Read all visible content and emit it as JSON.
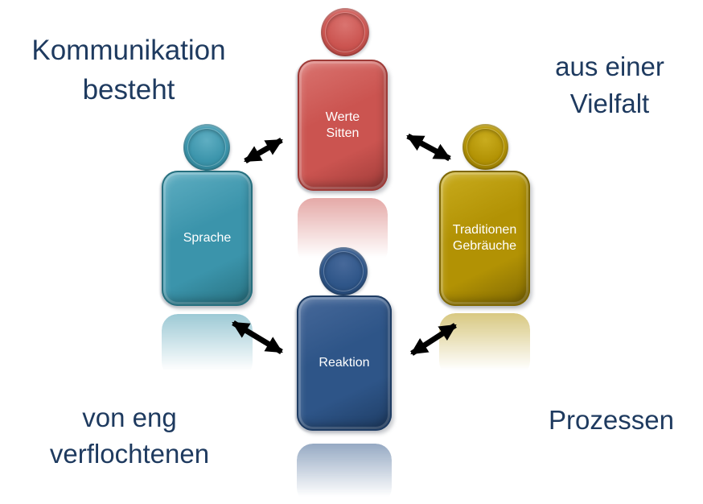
{
  "texts": {
    "top_left": "Kommunikation\nbesteht",
    "top_right": "aus einer\nVielfalt",
    "bottom_left": "von eng\nverflochtenen",
    "bottom_right": "Prozessen"
  },
  "figures": [
    {
      "name": "werte-sitten",
      "label": "Werte\nSitten",
      "color": "#CB5450",
      "color_light": "#DA7470",
      "color_dark": "#9E3B38"
    },
    {
      "name": "sprache",
      "label": "Sprache",
      "color": "#3B94AB",
      "color_light": "#5FAEC2",
      "color_dark": "#27707F"
    },
    {
      "name": "traditionen-gebraeuche",
      "label": "Traditionen\nGebräuche",
      "color": "#B29204",
      "color_light": "#C9AC1E",
      "color_dark": "#7E6703"
    },
    {
      "name": "reaktion",
      "label": "Reaktion",
      "color": "#2E5588",
      "color_light": "#47699A",
      "color_dark": "#1E3C63"
    }
  ],
  "connections": [
    {
      "from": "Sprache",
      "to": "Werte Sitten",
      "style": "double-headed-arrow"
    },
    {
      "from": "Werte Sitten",
      "to": "Traditionen Gebräuche",
      "style": "double-headed-arrow"
    },
    {
      "from": "Sprache",
      "to": "Reaktion",
      "style": "double-headed-arrow"
    },
    {
      "from": "Reaktion",
      "to": "Traditionen Gebräuche",
      "style": "double-headed-arrow"
    }
  ],
  "colors": {
    "text": "#1E3A5F",
    "arrow": "#000000",
    "background": "#FFFFFF"
  }
}
